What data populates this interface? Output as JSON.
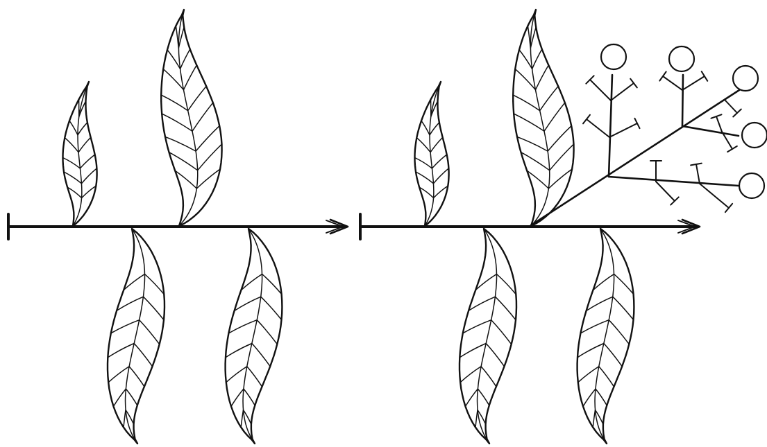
{
  "colors": {
    "ink": "#111111",
    "background": "#ffffff"
  },
  "panels": [
    {
      "name": "vegetative-shoot",
      "leaves": 4,
      "has_inflorescence": false
    },
    {
      "name": "flowering-shoot",
      "leaves": 4,
      "has_inflorescence": true
    }
  ],
  "inflorescence": {
    "terminal_flowers": 5
  }
}
